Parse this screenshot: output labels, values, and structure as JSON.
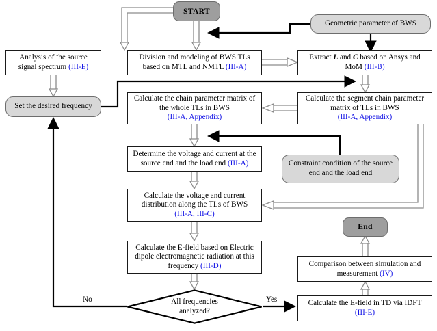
{
  "diagram": {
    "title": "Flowchart of the BWS electromagnetic radiation prediction method",
    "colors": {
      "terminator_fill": "#9e9e9e",
      "data_fill": "#d8d8d8",
      "process_fill": "#ffffff",
      "border": "#1a1a1a",
      "reference_text": "#1414e6",
      "hollow_arrow_stroke": "#8c8c8c",
      "solid_arrow": "#000000"
    },
    "nodes": {
      "start": {
        "label": "START",
        "shape": "terminator"
      },
      "geometric_parameter": {
        "label": "Geometric parameter of BWS",
        "shape": "data"
      },
      "analysis_source": {
        "shape": "process",
        "line1": "Analysis of the source",
        "line2_pre": "signal spectrum ",
        "line2_ref": "(III-E)"
      },
      "division_modeling": {
        "shape": "process",
        "line1": "Division and modeling of BWS TLs",
        "line2_pre": "based on MTL and NMTL ",
        "line2_ref": "(III-A)"
      },
      "extract_lc": {
        "shape": "process",
        "line1_a": "Extract ",
        "line1_L": "L",
        "line1_b": " and ",
        "line1_C": "C",
        "line1_c": " based on Ansys and",
        "line2_pre": "MoM ",
        "line2_ref": "(III-B)"
      },
      "set_frequency": {
        "label": "Set the desired frequency",
        "shape": "data"
      },
      "chain_matrix_whole": {
        "shape": "process",
        "line1": "Calculate the chain parameter matrix of",
        "line2": "the whole TLs in BWS",
        "line3_ref": "(III-A, Appendix)"
      },
      "chain_matrix_segment": {
        "shape": "process",
        "line1": "Calculate the segment chain parameter",
        "line2": "matrix of TLs in BWS",
        "line3_ref": "(III-A, Appendix)"
      },
      "determine_voltage": {
        "shape": "process",
        "line1": "Determine the voltage and current at the",
        "line2_pre": "source end and the load end ",
        "line2_ref": "(III-A)"
      },
      "constraint_condition": {
        "shape": "data",
        "line1": "Constraint condition of the source",
        "line2": "end and the load end"
      },
      "calc_distribution": {
        "shape": "process",
        "line1": "Calculate the voltage and current",
        "line2": "distribution along the TLs of BWS",
        "line3_ref": "(III-A, III-C)"
      },
      "calc_efield": {
        "shape": "process",
        "line1": "Calculate the E-field based on Electric",
        "line2": "dipole electromagnetic radiation at this",
        "line3_pre": "frequency  ",
        "line3_ref": "(III-D)"
      },
      "decision_all_freq": {
        "shape": "decision",
        "line1": "All frequencies",
        "line2": "analyzed?"
      },
      "calc_idft": {
        "shape": "process",
        "line1": "Calculate the E-field in TD via IDFT",
        "line2_ref": "(III-E)"
      },
      "comparison": {
        "shape": "process",
        "line1": "Comparison between simulation and",
        "line2_pre": "measurement  ",
        "line2_ref": "(IV)"
      },
      "end": {
        "label": "End",
        "shape": "terminator"
      }
    },
    "edge_labels": {
      "no": "No",
      "yes": "Yes"
    }
  }
}
